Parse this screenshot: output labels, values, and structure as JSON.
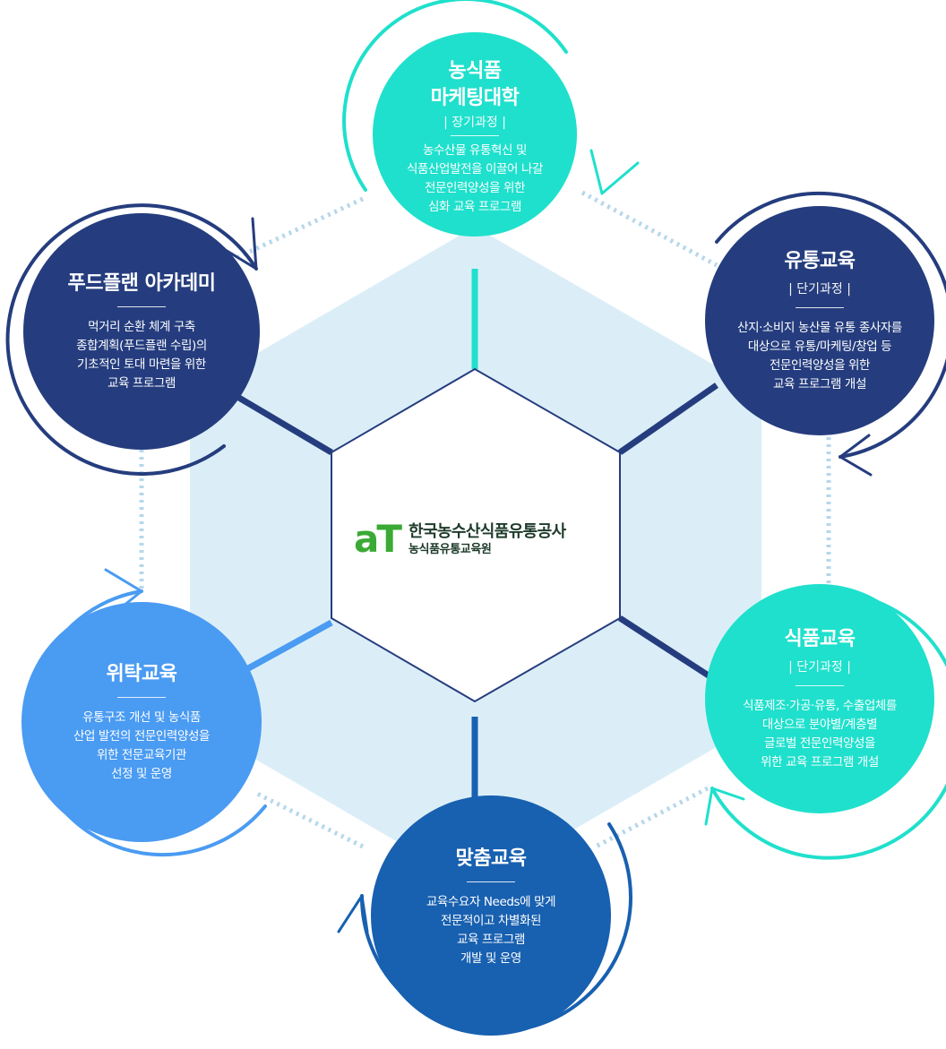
{
  "colors": {
    "hexagon_bg": "#dbeef8",
    "teal": "#1fe0cc",
    "navy": "#253d7e",
    "mid_blue": "#1860b0",
    "light_blue": "#4a9bf2",
    "dotted": "#b6d7ec"
  },
  "center": {
    "logo_text": "aT",
    "org_name": "한국농수산식품유통공사",
    "dept_name": "농식품유통교육원"
  },
  "nodes": {
    "marketing": {
      "title_line1": "농식품",
      "title_line2": "마케팅대학",
      "subtitle": "| 장기과정 |",
      "desc": [
        "농수산물 유통혁신 및",
        "식품산업발전을 이끌어 나갈",
        "전문인력양성을 위한",
        "심화 교육 프로그램"
      ]
    },
    "distribution": {
      "title": "유통교육",
      "subtitle": "| 단기과정 |",
      "desc": [
        "산지·소비지 농산물 유통 종사자를",
        "대상으로 유통/마케팅/창업 등",
        "전문인력양성을 위한",
        "교육 프로그램 개설"
      ]
    },
    "food": {
      "title": "식품교육",
      "subtitle": "| 단기과정 |",
      "desc": [
        "식품제조·가공·유통, 수출업체를",
        "대상으로 분야별/계층별",
        "글로벌 전문인력양성을",
        "위한 교육 프로그램 개설"
      ]
    },
    "custom": {
      "title": "맞춤교육",
      "desc": [
        "교육수요자 Needs에 맞게",
        "전문적이고 차별화된",
        "교육 프로그램",
        "개발 및 운영"
      ]
    },
    "consign": {
      "title": "위탁교육",
      "desc": [
        "유통구조 개선 및 농식품",
        "산업 발전의 전문인력양성을",
        "위한 전문교육기관",
        "선정 및 운영"
      ]
    },
    "foodplan": {
      "title": "푸드플랜 아카데미",
      "desc": [
        "먹거리 순환 체계 구축",
        "종합계획(푸드플랜 수립)의",
        "기초적인 토대 마련을 위한",
        "교육 프로그램"
      ]
    }
  }
}
